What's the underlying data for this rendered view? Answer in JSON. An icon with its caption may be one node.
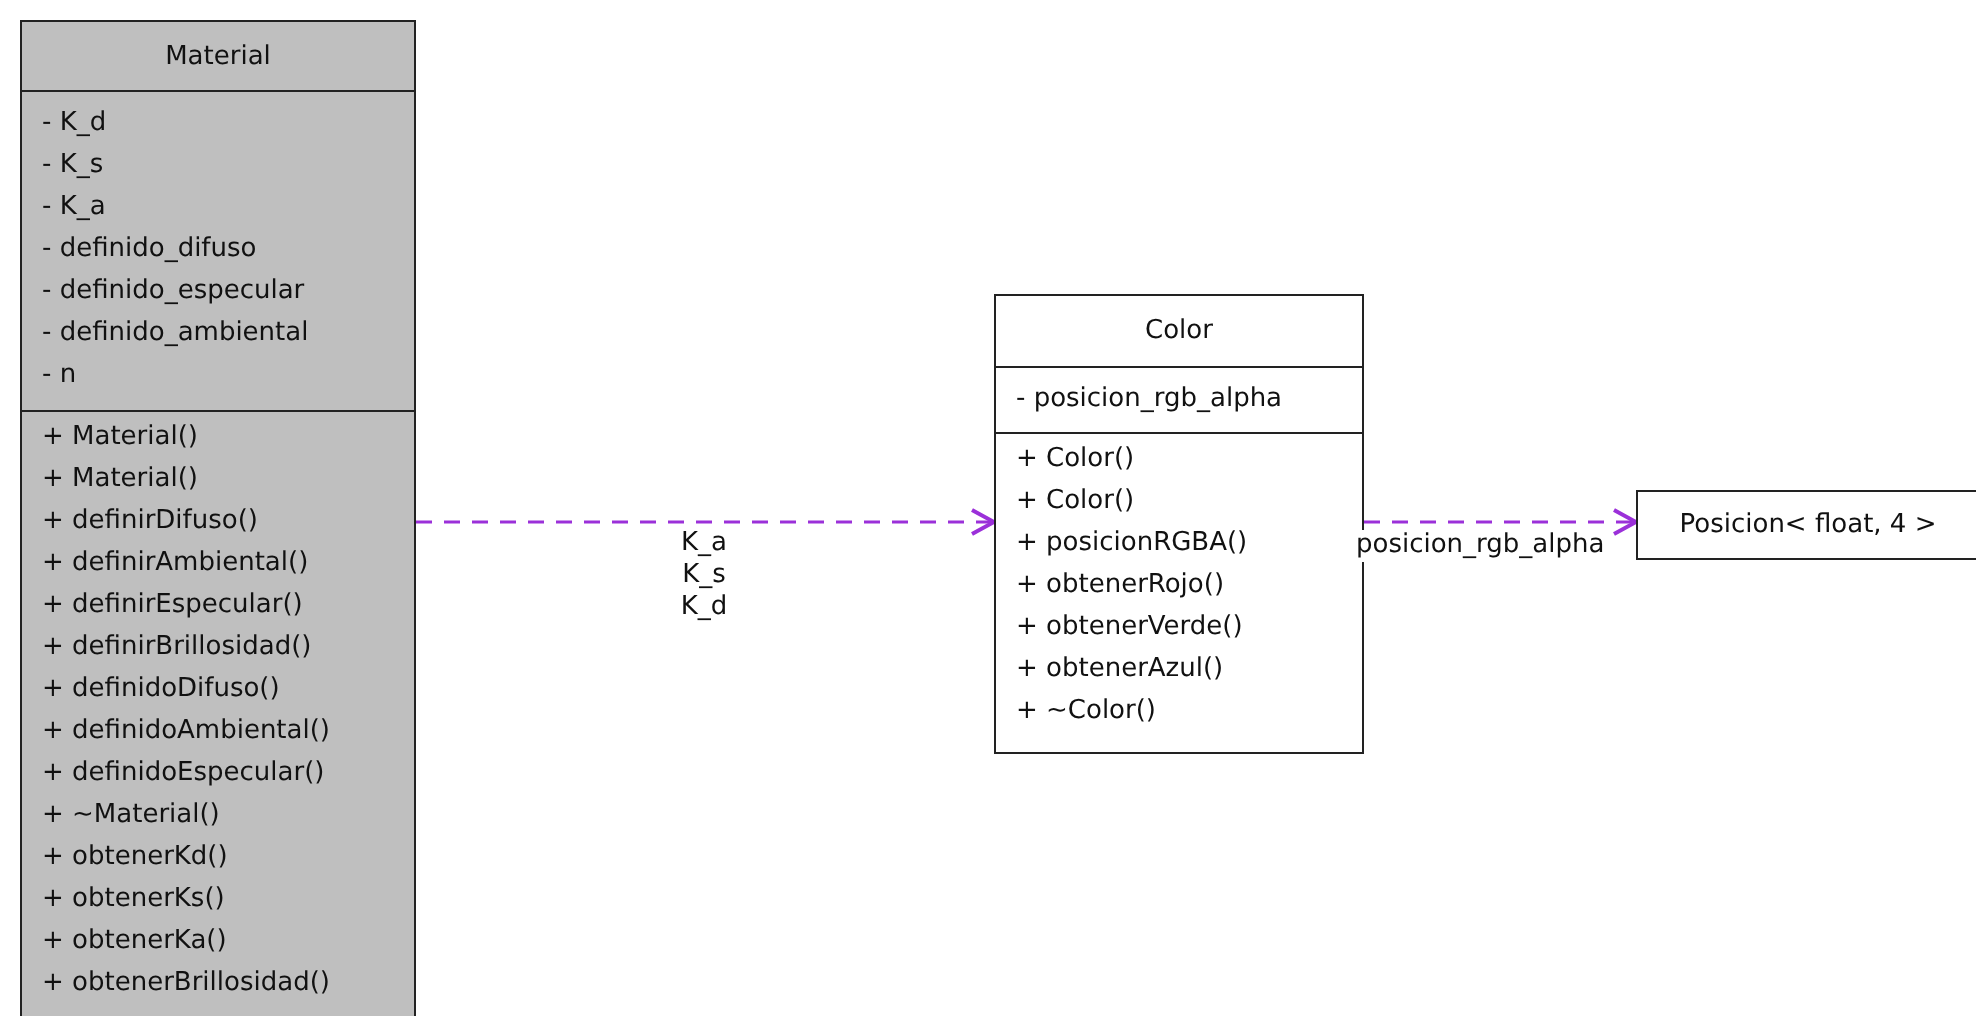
{
  "diagram": {
    "nodes": [
      {
        "text": [
          "Material",
          "- K_d",
          "- K_s",
          "- K_a",
          "- definido_difuso",
          "- definido_especular",
          "- definido_ambiental",
          "- n",
          "+ Material()",
          "+ Material()",
          "+ definirDifuso()",
          "+ definirAmbiental()",
          "+ definirEspecular()",
          "+ definirBrillosidad()",
          "+ definidoDifuso()",
          "+ definidoAmbiental()",
          "+ definidoEspecular()",
          "+ ~Material()",
          "+ obtenerKd()",
          "+ obtenerKs()",
          "+ obtenerKa()",
          "+ obtenerBrillosidad()"
        ]
      },
      {
        "text": [
          "Color",
          "- posicion_rgb_alpha",
          "+ Color()",
          "+ Color()",
          "+ posicionRGBA()",
          "+ obtenerRojo()",
          "+ obtenerVerde()",
          "+ obtenerAzul()",
          "+ ~Color()"
        ]
      },
      {
        "text": [
          "Posicion< float, 4 >"
        ]
      }
    ],
    "edges": [
      {
        "from": 0,
        "to": 1,
        "arrow": "to",
        "label": "K_a K_s K_d",
        "style": "dashed"
      },
      {
        "from": 1,
        "to": 2,
        "arrow": "to",
        "label": "posicion_rgb_alpha",
        "style": "dashed"
      }
    ]
  }
}
